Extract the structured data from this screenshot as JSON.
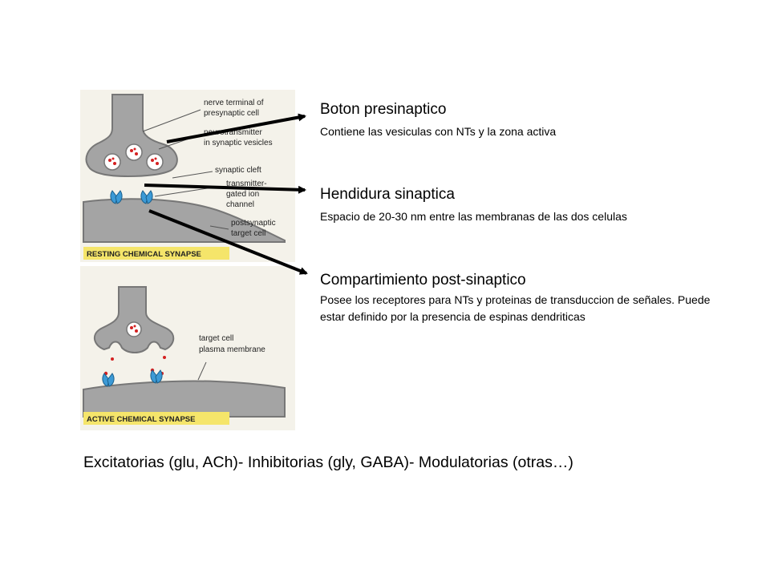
{
  "diagram": {
    "resting_panel": {
      "labels": {
        "nerve_terminal": [
          "nerve terminal of",
          "presynaptic cell"
        ],
        "neurotransmitter": [
          "neurotransmitter",
          "in synaptic vesicles"
        ],
        "synaptic_cleft": "synaptic cleft",
        "ion_channel": [
          "transmitter-",
          "gated ion",
          "channel"
        ],
        "postsynaptic": [
          "postsynaptic",
          "target cell"
        ]
      },
      "banner": "RESTING CHEMICAL SYNAPSE"
    },
    "active_panel": {
      "labels": {
        "target_cell": [
          "target cell",
          "plasma membrane"
        ]
      },
      "banner": "ACTIVE CHEMICAL SYNAPSE"
    }
  },
  "annotations": [
    {
      "title": "Boton presinaptico",
      "description": "Contiene las vesiculas con NTs y la zona activa"
    },
    {
      "title": "Hendidura sinaptica",
      "description": "Espacio de 20-30 nm entre las membranas de las dos celulas"
    },
    {
      "title": "Compartimiento post-sinaptico",
      "description": "Posee los receptores para NTs y proteinas de transduccion de señales. Puede estar definido por la presencia de espinas dendriticas"
    }
  ],
  "footer": "Excitatorias (glu, ACh)- Inhibitorias (gly, GABA)- Modulatorias (otras…)",
  "colors": {
    "cell_fill": "#a4a4a4",
    "cell_outline": "#777777",
    "panel_bg": "#f4f2ea",
    "banner_fill": "#f5e56a",
    "vesicle_dot": "#d42020",
    "receptor": "#3c9ad6",
    "arrow": "#000000"
  }
}
